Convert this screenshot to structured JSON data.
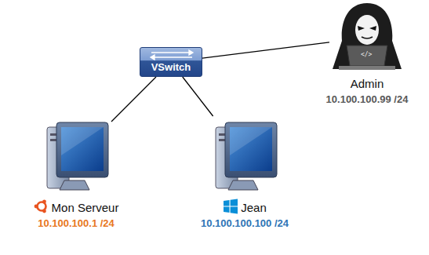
{
  "diagram": {
    "nodes": [
      {
        "text": [
          "VSwitch"
        ]
      },
      {
        "text": [
          "Admin",
          "10.100.100.99 /24"
        ]
      },
      {
        "text": [
          "Mon Serveur",
          "10.100.100.1 /24"
        ]
      },
      {
        "text": [
          "Jean",
          "10.100.100.100 /24"
        ]
      }
    ],
    "edges": [
      {
        "from": 0,
        "to": 1,
        "arrow": "none"
      },
      {
        "from": 0,
        "to": 2,
        "arrow": "none"
      },
      {
        "from": 0,
        "to": 3,
        "arrow": "none"
      }
    ],
    "labels": [
      "</>"
    ]
  }
}
